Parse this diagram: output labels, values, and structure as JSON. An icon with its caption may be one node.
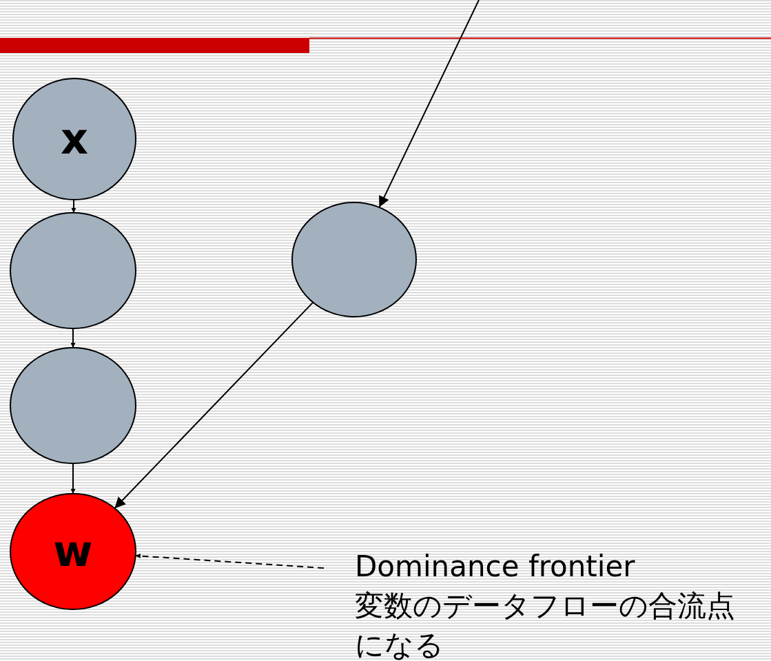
{
  "diagram": {
    "nodes": [
      {
        "text": [
          "x"
        ]
      },
      {
        "text": [],
        "shape": "circle"
      },
      {
        "text": [],
        "shape": "circle"
      },
      {
        "text": [
          "w"
        ]
      },
      {
        "text": [],
        "shape": "circle"
      },
      {
        "text": [
          "Dominance frontier",
          "変数のデータフローの合流点になる"
        ]
      }
    ],
    "edges": [
      {
        "from": 0,
        "to": 1,
        "arrow": "to"
      },
      {
        "from": 1,
        "to": 2,
        "arrow": "to"
      },
      {
        "from": 2,
        "to": 3,
        "arrow": "to"
      },
      {
        "from": 4,
        "to": 3,
        "arrow": "to"
      },
      {
        "from": null,
        "to": 4,
        "arrow": "to"
      },
      {
        "from": 5,
        "to": 3,
        "arrow": "to",
        "style": "dashed"
      }
    ]
  }
}
